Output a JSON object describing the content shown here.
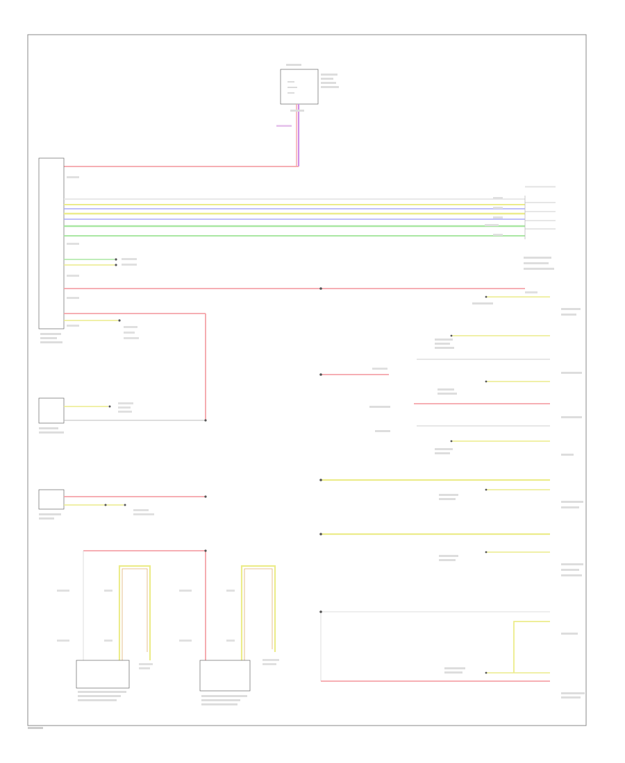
{
  "colors": {
    "red": "#f4a3a8",
    "yellow": "#ecec8a",
    "green": "#a9e7a2",
    "blue": "#aaaaf6",
    "violet": "#cf8ee6",
    "white": "#e4e4e4",
    "frame": "#888888"
  },
  "diagram": {
    "footer_code": "",
    "blocks": [
      {
        "name": "fuse-relay-box",
        "label": ""
      },
      {
        "name": "central-control-unit",
        "label": ""
      },
      {
        "name": "sensor-module",
        "label": ""
      },
      {
        "name": "switch-unit-1",
        "label": ""
      },
      {
        "name": "lamp-unit-left",
        "label": ""
      },
      {
        "name": "lamp-unit-right",
        "label": ""
      }
    ]
  }
}
